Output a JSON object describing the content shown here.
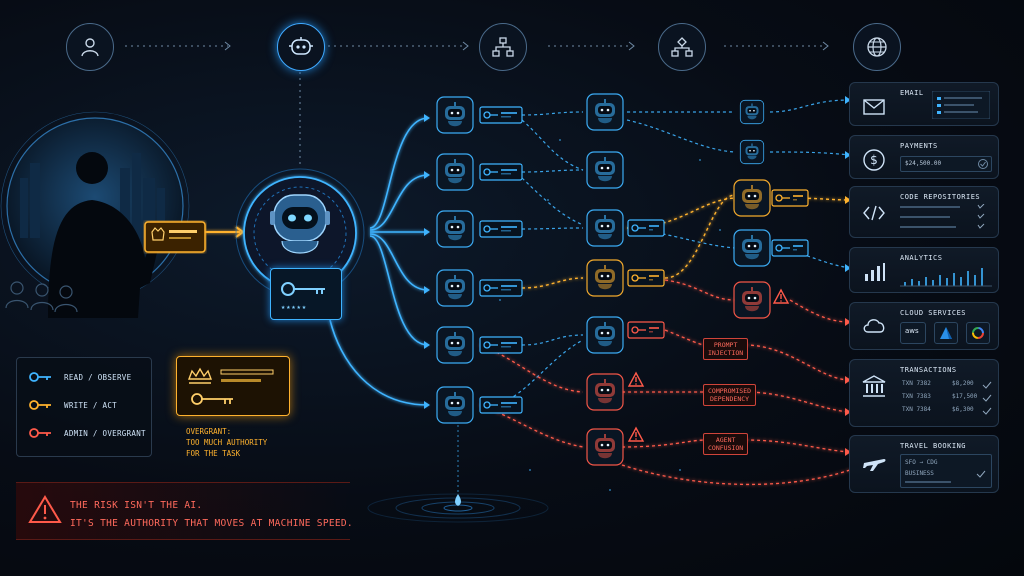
{
  "legend": {
    "items": [
      {
        "label": "READ / OBSERVE",
        "color": "#3fb4ff"
      },
      {
        "label": "WRITE / ACT",
        "color": "#ffb22e"
      },
      {
        "label": "ADMIN / OVERGRANT",
        "color": "#ff5a4a"
      }
    ]
  },
  "overgrant": {
    "title": "OVERGRANT:",
    "line1": "TOO MUCH AUTHORITY",
    "line2": "FOR THE TASK"
  },
  "warning": {
    "line1": "THE RISK ISN'T THE AI.",
    "line2": "IT'S THE AUTHORITY THAT MOVES AT MACHINE SPEED."
  },
  "risk_tags": {
    "prompt_injection": [
      "PROMPT",
      "INJECTION"
    ],
    "compromised_dependency": [
      "COMPROMISED",
      "DEPENDENCY"
    ],
    "agent_confusion": [
      "AGENT",
      "CONFUSION"
    ]
  },
  "main_agent": {
    "stars": "★★★★★"
  },
  "services": {
    "email": {
      "title": "EMAIL"
    },
    "payments": {
      "title": "PAYMENTS",
      "amount": "$24,500.00"
    },
    "code": {
      "title": "CODE REPOSITORIES"
    },
    "analytics": {
      "title": "ANALYTICS"
    },
    "cloud": {
      "title": "CLOUD SERVICES",
      "aws": "aws"
    },
    "transactions": {
      "title": "TRANSACTIONS",
      "rows": [
        {
          "id": "TXN 7382",
          "amount": "$8,200"
        },
        {
          "id": "TXN 7383",
          "amount": "$17,500"
        },
        {
          "id": "TXN 7384",
          "amount": "$6,300"
        }
      ]
    },
    "travel": {
      "title": "TRAVEL BOOKING",
      "route": "SFO → CDG",
      "class": "BUSINESS"
    }
  },
  "colors": {
    "read": "#3fb4ff",
    "write": "#ffb22e",
    "admin": "#ff5a4a",
    "background": "#070c15"
  }
}
